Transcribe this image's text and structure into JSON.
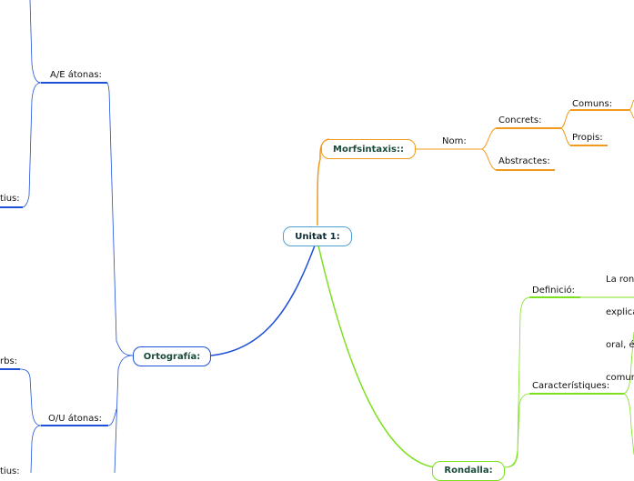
{
  "central": {
    "label": "Unitat 1:",
    "color": "#4a9fd0"
  },
  "branches": [
    {
      "id": "morfsintaxis",
      "label": "Morfsintaxis::",
      "color": "#f29a1c",
      "children": [
        {
          "label": "Nom:",
          "children": [
            {
              "label": "Concrets:",
              "children": [
                {
                  "label": "Comuns:"
                },
                {
                  "label": "Propis:"
                }
              ]
            },
            {
              "label": "Abstractes:"
            }
          ]
        }
      ]
    },
    {
      "id": "ortografia",
      "label": "Ortografía:",
      "color": "#1e50d8",
      "children": [
        {
          "label": "A/E átonas:",
          "children": [
            {
              "label": "tius:"
            }
          ]
        },
        {
          "label": "O/U átonas:",
          "children": [
            {
              "label": "rbs:"
            },
            {
              "label": "tius:"
            }
          ]
        }
      ]
    },
    {
      "id": "rondalla",
      "label": "Rondalla:",
      "color": "#7de01e",
      "children": [
        {
          "label": "Definició:",
          "text": [
            "La ron",
            "explica",
            "oral, é",
            "comun"
          ]
        },
        {
          "label": "Característiques:"
        }
      ]
    }
  ]
}
